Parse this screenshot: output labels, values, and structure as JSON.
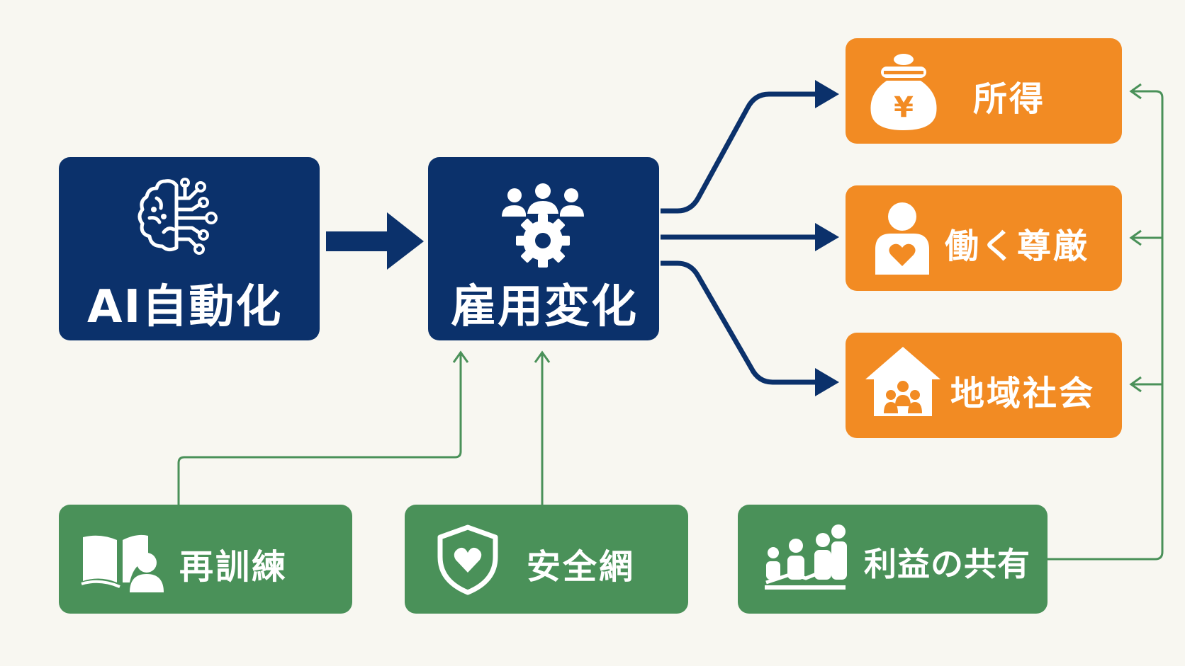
{
  "nodes": {
    "ai_automation": {
      "label": "AI自動化",
      "icon": "brain-circuit-icon"
    },
    "employment_change": {
      "label": "雇用変化",
      "icon": "people-gear-icon"
    },
    "income": {
      "label": "所得",
      "icon": "yen-money-bag-icon"
    },
    "work_dignity": {
      "label": "働く尊厳",
      "icon": "person-heart-icon"
    },
    "community": {
      "label": "地域社会",
      "icon": "house-community-icon"
    },
    "retraining": {
      "label": "再訓練",
      "icon": "book-learner-icon"
    },
    "safety_net": {
      "label": "安全網",
      "icon": "shield-heart-icon"
    },
    "profit_sharing": {
      "label": "利益の共有",
      "icon": "people-growth-icon"
    }
  },
  "colors": {
    "background": "#f8f7f1",
    "navy": "#0b316b",
    "orange": "#f28b23",
    "green": "#4a9159"
  }
}
